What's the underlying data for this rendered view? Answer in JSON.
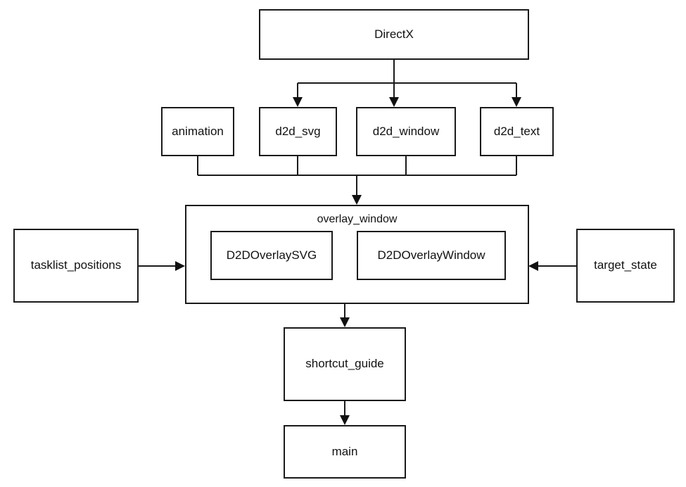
{
  "diagram": {
    "title": "DirectX overlay module dependency diagram",
    "background_color": "#ffffff",
    "node_border_color": "#1a1a1a",
    "edge_color": "#1a1a1a",
    "nodes": {
      "directx": {
        "label": "DirectX"
      },
      "animation": {
        "label": "animation"
      },
      "d2d_svg": {
        "label": "d2d_svg"
      },
      "d2d_window": {
        "label": "d2d_window"
      },
      "d2d_text": {
        "label": "d2d_text"
      },
      "overlay_window": {
        "label": "overlay_window"
      },
      "d2d_overlay_svg": {
        "label": "D2DOverlaySVG"
      },
      "d2d_overlay_window": {
        "label": "D2DOverlayWindow"
      },
      "tasklist_positions": {
        "label": "tasklist_positions"
      },
      "target_state": {
        "label": "target_state"
      },
      "shortcut_guide": {
        "label": "shortcut_guide"
      },
      "main": {
        "label": "main"
      }
    },
    "edges": [
      {
        "from": "directx",
        "to": "d2d_svg",
        "arrow": "down"
      },
      {
        "from": "directx",
        "to": "d2d_window",
        "arrow": "down"
      },
      {
        "from": "directx",
        "to": "d2d_text",
        "arrow": "down"
      },
      {
        "from": "animation",
        "to": "overlay_window",
        "arrow": "down"
      },
      {
        "from": "d2d_svg",
        "to": "overlay_window",
        "arrow": "down"
      },
      {
        "from": "d2d_window",
        "to": "overlay_window",
        "arrow": "down"
      },
      {
        "from": "d2d_text",
        "to": "overlay_window",
        "arrow": "down"
      },
      {
        "from": "tasklist_positions",
        "to": "overlay_window",
        "arrow": "right"
      },
      {
        "from": "target_state",
        "to": "overlay_window",
        "arrow": "left"
      },
      {
        "from": "overlay_window",
        "to": "shortcut_guide",
        "arrow": "down"
      },
      {
        "from": "shortcut_guide",
        "to": "main",
        "arrow": "down"
      }
    ]
  }
}
